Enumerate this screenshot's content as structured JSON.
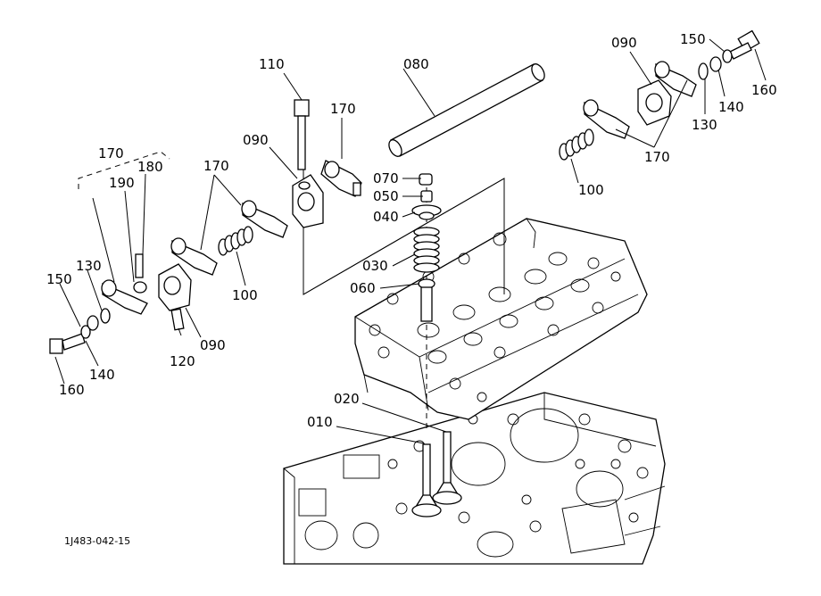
{
  "drawing_code": "1J483-042-15",
  "callouts": {
    "c080": "080",
    "c090_center": "090",
    "c090_right": "090",
    "c090_left": "090",
    "c110": "110",
    "c170_center": "170",
    "c170_left_top": "170",
    "c170_left_mid": "170",
    "c170_right": "170",
    "c180": "180",
    "c190": "190",
    "c150_left": "150",
    "c150_right": "150",
    "c130_left": "130",
    "c130_right": "130",
    "c140_left": "140",
    "c140_right": "140",
    "c160_left": "160",
    "c160_right": "160",
    "c100_left": "100",
    "c100_right": "100",
    "c120": "120",
    "c070": "070",
    "c050": "050",
    "c040": "040",
    "c030": "030",
    "c060": "060",
    "c020": "020",
    "c010": "010"
  }
}
